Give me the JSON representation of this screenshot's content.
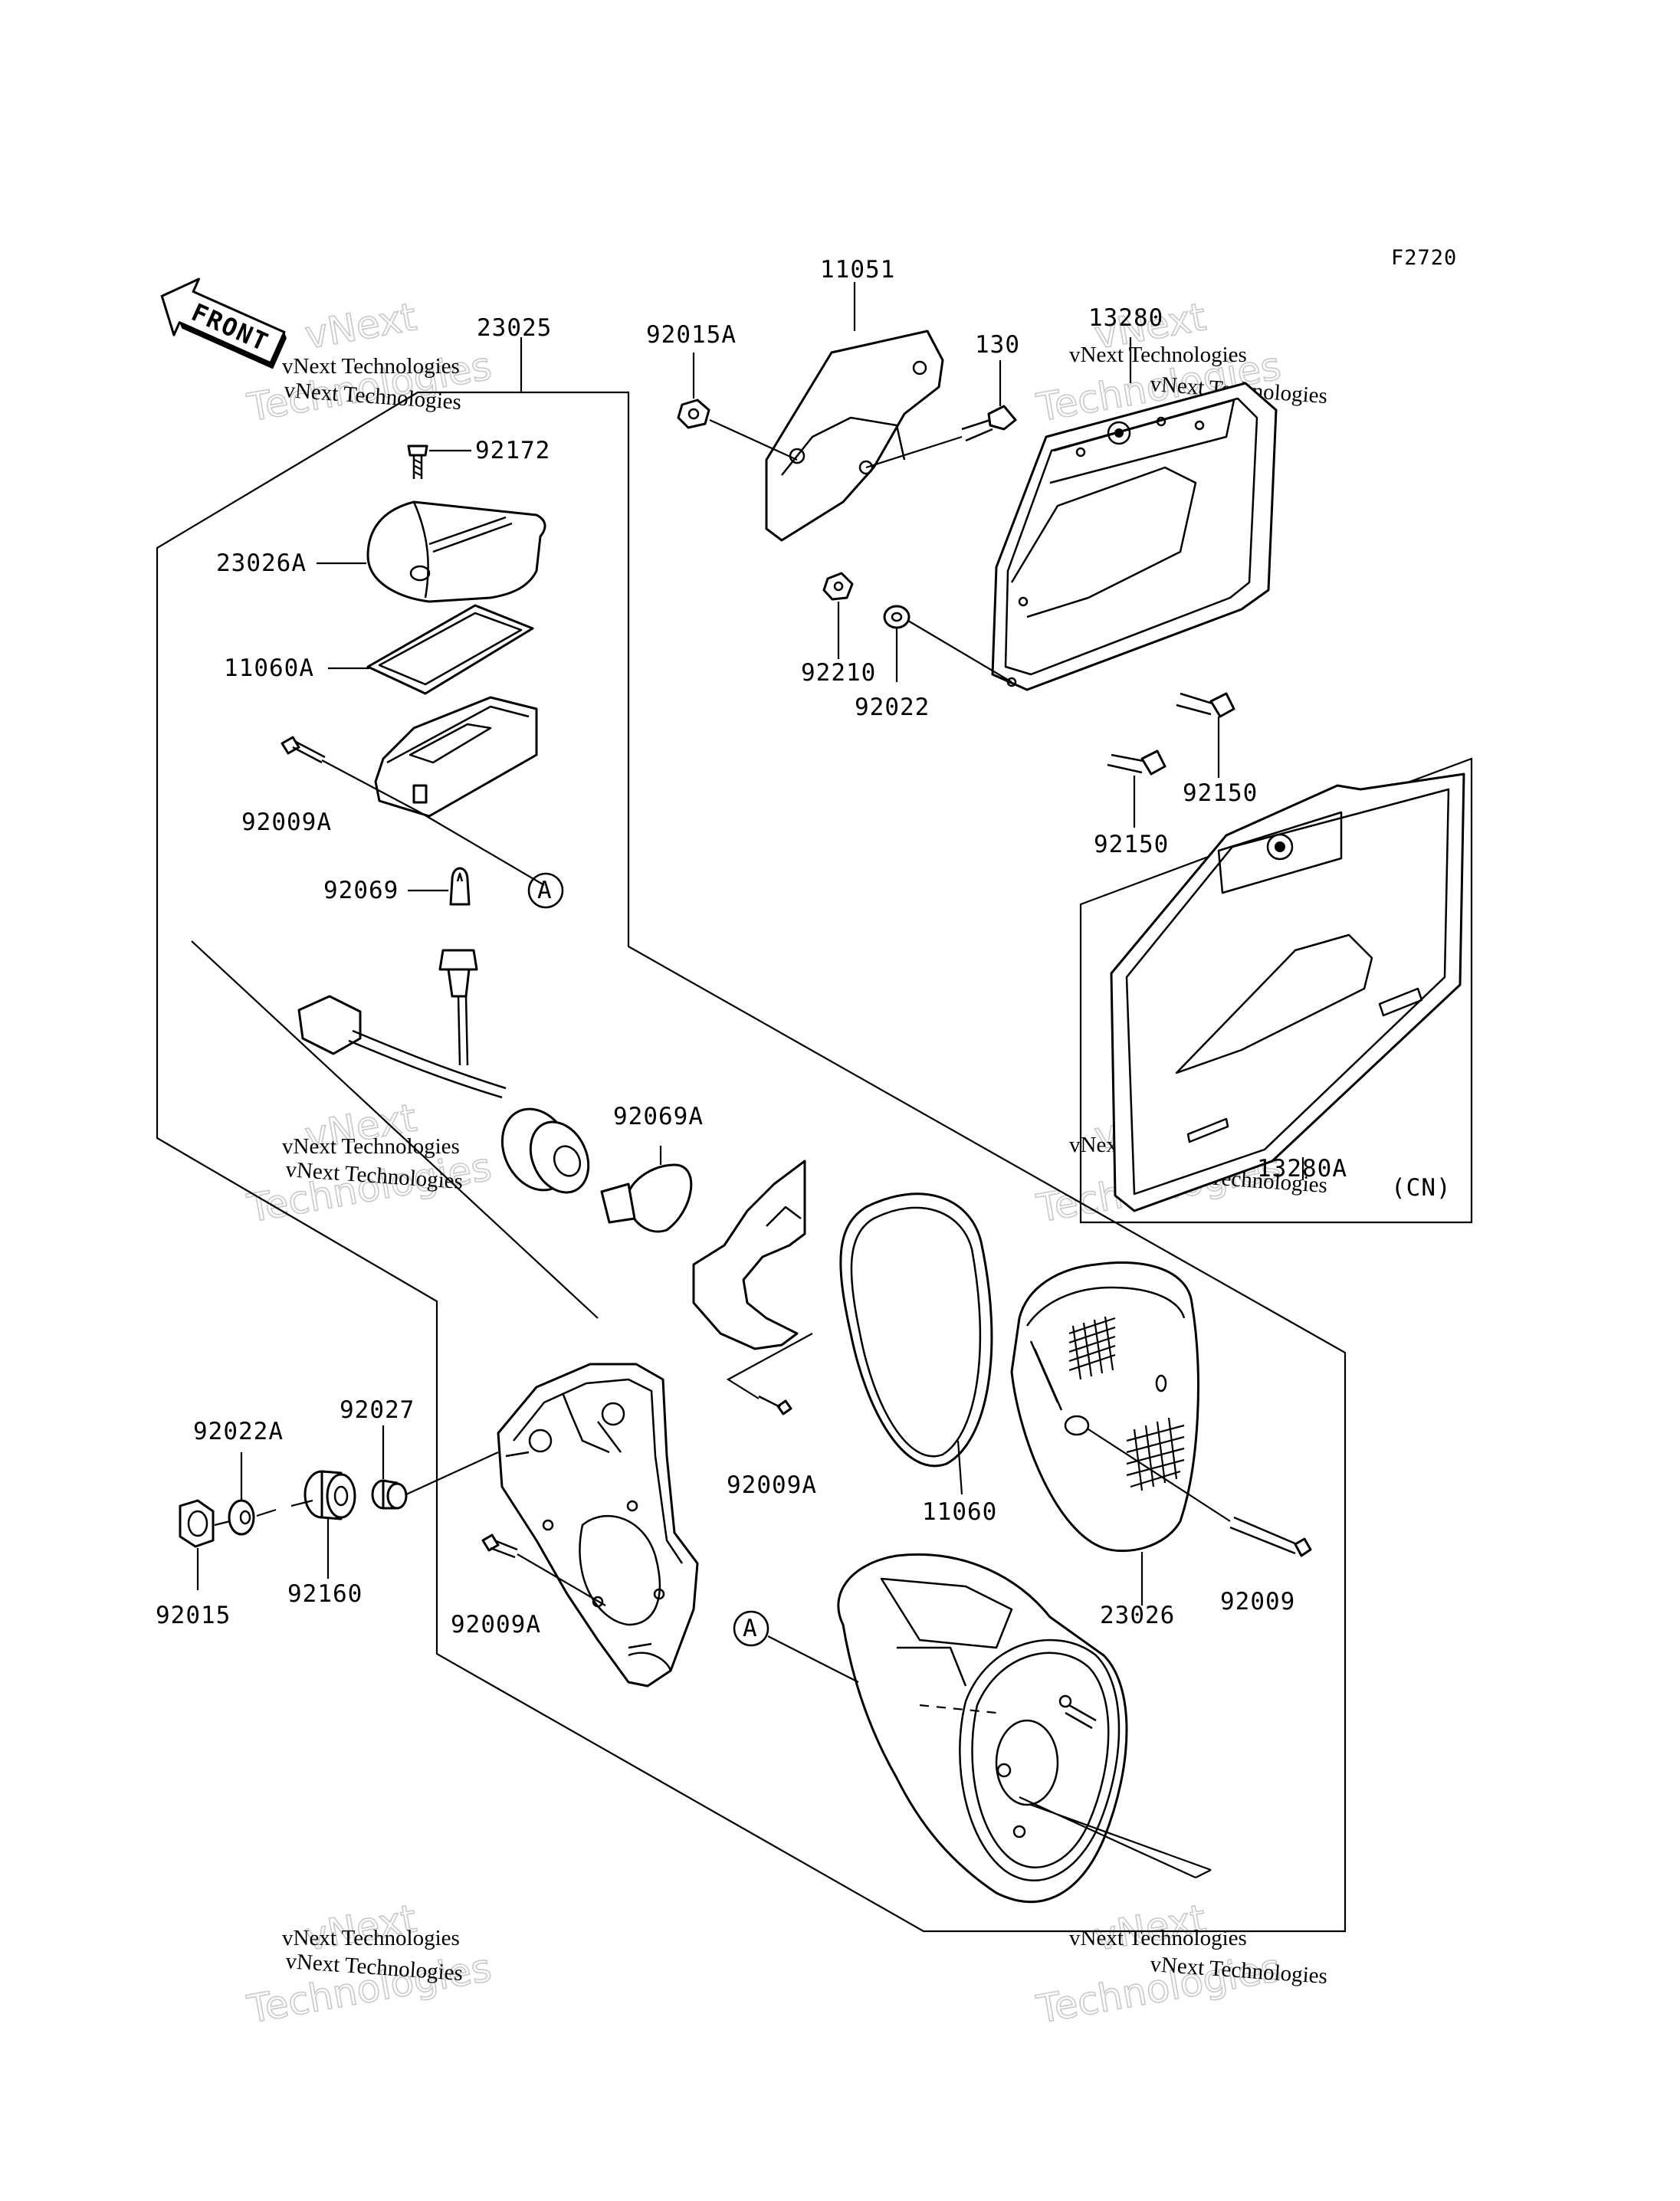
{
  "figure_code": "F2720",
  "front_arrow_label": "FRONT",
  "variant_label": "(CN)",
  "watermark_brand": "vNext Technologies",
  "watermark_word1": "vNext",
  "watermark_word2": "Technologies",
  "ref_marks": {
    "a1": "A",
    "a2": "A"
  },
  "part_labels": {
    "p23025": "23025",
    "p92172": "92172",
    "p23026A": "23026A",
    "p11060A": "11060A",
    "p92009A_1": "92009A",
    "p92069": "92069",
    "p92069A": "92069A",
    "p11051": "11051",
    "p92015A": "92015A",
    "p130": "130",
    "p13280": "13280",
    "p92210": "92210",
    "p92022": "92022",
    "p92150_1": "92150",
    "p92150_2": "92150",
    "p13280A": "13280A",
    "p92022A": "92022A",
    "p92027": "92027",
    "p92015": "92015",
    "p92160": "92160",
    "p92009A_2": "92009A",
    "p92009A_3": "92009A",
    "p11060": "11060",
    "p23026": "23026",
    "p92009": "92009"
  }
}
